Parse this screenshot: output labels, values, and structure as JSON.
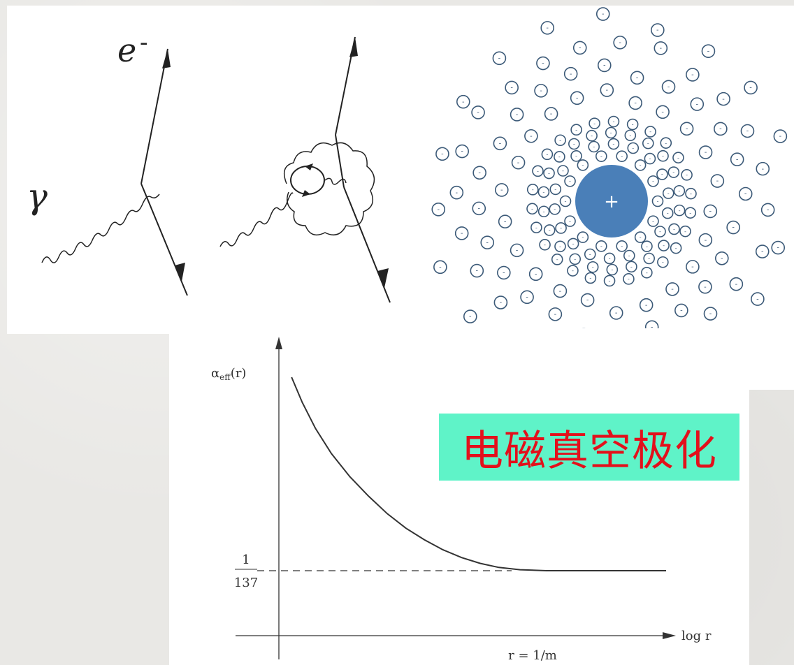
{
  "title": "电磁真空极化",
  "feynman": {
    "electron_label": "e",
    "electron_charge": "-",
    "photon_label": "γ"
  },
  "screening": {
    "core_symbol": "+",
    "charge_symbol": "-",
    "colors": {
      "core": "#4a7fb8",
      "charge_ring": "#3c5a78"
    }
  },
  "chart_data": {
    "type": "line",
    "ylabel_base": "α",
    "ylabel_sub": "eff",
    "ylabel_arg": "(r)",
    "xlabel": "log r",
    "reference_numerator": "1",
    "reference_denominator": "137",
    "marker_label": "r = 1/m",
    "series": [
      {
        "x": [
          0.04,
          0.08,
          0.13,
          0.19,
          0.26,
          0.33,
          0.4,
          0.47,
          0.54,
          0.61,
          0.68,
          0.75,
          0.82,
          0.9,
          1.0,
          1.2,
          1.45
        ],
        "y": [
          1.0,
          0.87,
          0.735,
          0.605,
          0.485,
          0.385,
          0.295,
          0.22,
          0.16,
          0.108,
          0.068,
          0.038,
          0.017,
          0.005,
          0.0,
          0.0,
          0.0
        ]
      }
    ]
  }
}
